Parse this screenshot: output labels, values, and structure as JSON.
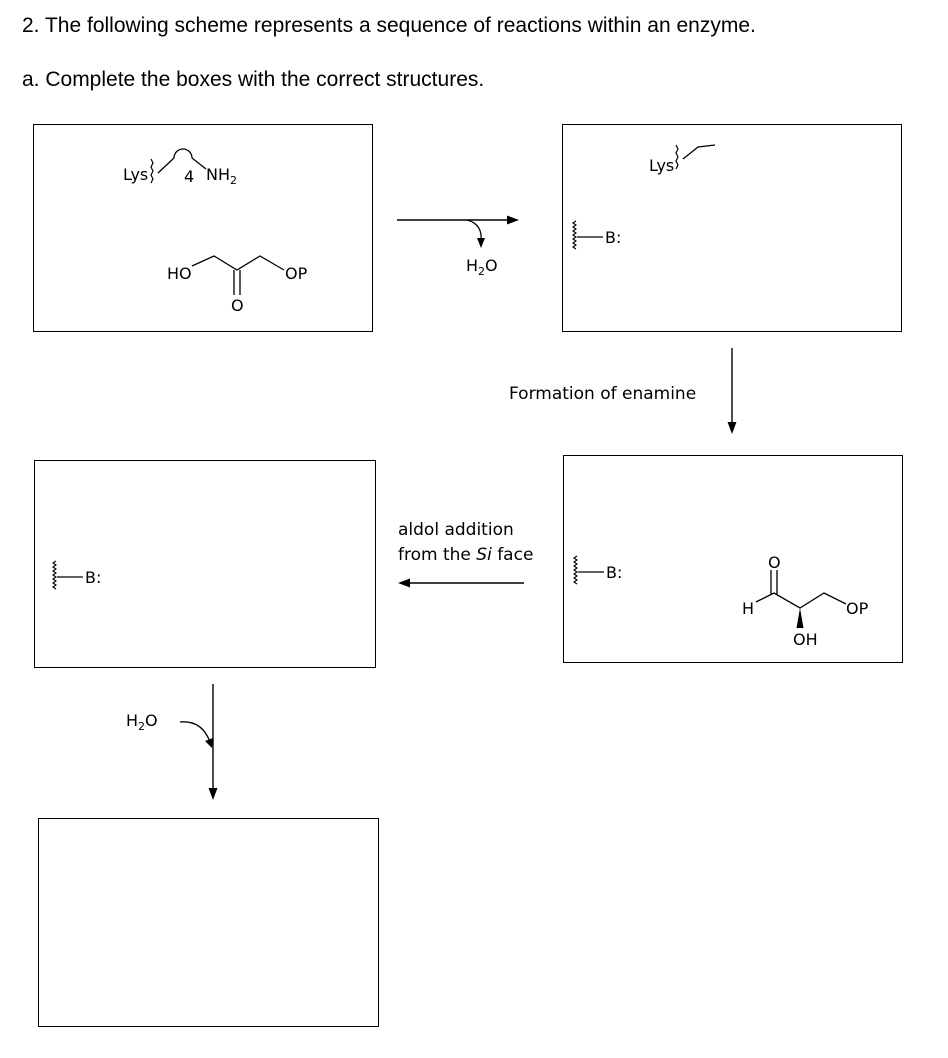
{
  "question": {
    "heading": "2. The following scheme represents a sequence of reactions within an enzyme.",
    "part_a": "a. Complete the boxes with the correct structures."
  },
  "box1": {
    "lys": "Lys",
    "n": "4",
    "nh": "NH",
    "nh_sub": "2",
    "ho": "HO",
    "op": "OP",
    "o": "O"
  },
  "arrow1": {
    "reagent_main": "H",
    "reagent_sub": "2",
    "reagent_end": "O"
  },
  "box2": {
    "lys": "Lys",
    "base": "B:"
  },
  "arrow2": {
    "label": "Formation of enamine"
  },
  "box3": {
    "base": "B:",
    "o": "O",
    "h": "H",
    "op": "OP",
    "oh": "OH"
  },
  "arrow3": {
    "line1": "aldol addition",
    "line2_pre": "from the ",
    "line2_italic": "Si",
    "line2_post": " face"
  },
  "box4": {
    "base": "B:"
  },
  "arrow4": {
    "reagent_main": "H",
    "reagent_sub": "2",
    "reagent_end": "O"
  },
  "box5": {}
}
